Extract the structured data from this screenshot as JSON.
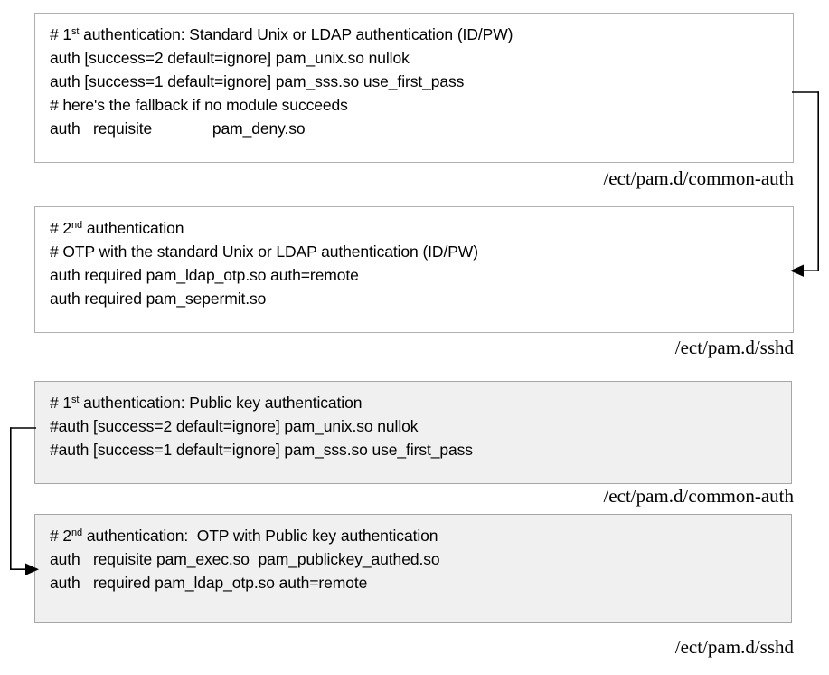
{
  "diagram": {
    "title": "PAM two-factor authentication configuration",
    "background_color": "#ffffff",
    "box_border_color": "#b0b0b0",
    "shaded_box_fill": "#f0f0f0",
    "connector_color": "#000000"
  },
  "boxes": [
    {
      "id": "box-common-auth-password",
      "shaded": false,
      "lines": [
        {
          "pre": "# 1",
          "sup": "st",
          "post": " authentication: Standard Unix or LDAP authentication (ID/PW)"
        },
        {
          "pre": "auth [success=2 default=ignore] pam_unix.so nullok",
          "sup": "",
          "post": ""
        },
        {
          "pre": "auth [success=1 default=ignore] pam_sss.so use_first_pass",
          "sup": "",
          "post": ""
        },
        {
          "pre": "# here's the fallback if no module succeeds",
          "sup": "",
          "post": ""
        },
        {
          "pre": "auth   requisite              pam_deny.so",
          "sup": "",
          "post": ""
        }
      ],
      "caption": "/ect/pam.d/common-auth"
    },
    {
      "id": "box-sshd-password",
      "shaded": false,
      "lines": [
        {
          "pre": "# 2",
          "sup": "nd",
          "post": " authentication"
        },
        {
          "pre": "# OTP with the standard Unix or LDAP authentication (ID/PW)",
          "sup": "",
          "post": ""
        },
        {
          "pre": "auth required pam_ldap_otp.so auth=remote",
          "sup": "",
          "post": ""
        },
        {
          "pre": "auth required pam_sepermit.so",
          "sup": "",
          "post": ""
        }
      ],
      "caption": "/ect/pam.d/sshd"
    },
    {
      "id": "box-common-auth-publickey",
      "shaded": true,
      "lines": [
        {
          "pre": "# 1",
          "sup": "st",
          "post": " authentication: Public key authentication"
        },
        {
          "pre": "#auth [success=2 default=ignore] pam_unix.so nullok",
          "sup": "",
          "post": ""
        },
        {
          "pre": "#auth [success=1 default=ignore] pam_sss.so use_first_pass",
          "sup": "",
          "post": ""
        }
      ],
      "caption": "/ect/pam.d/common-auth"
    },
    {
      "id": "box-sshd-publickey",
      "shaded": true,
      "lines": [
        {
          "pre": "# 2",
          "sup": "nd",
          "post": " authentication:  OTP with Public key authentication"
        },
        {
          "pre": "auth   requisite pam_exec.so  pam_publickey_authed.so",
          "sup": "",
          "post": ""
        },
        {
          "pre": "auth   required pam_ldap_otp.so auth=remote",
          "sup": "",
          "post": ""
        }
      ],
      "caption": "/ect/pam.d/sshd"
    }
  ],
  "connectors": [
    {
      "id": "connector-right",
      "name": "flow-arrow-box1-to-box2",
      "direction": "right-side-down-arrow-left"
    },
    {
      "id": "connector-left",
      "name": "flow-arrow-box3-to-box4",
      "direction": "left-side-down-arrow-right"
    }
  ]
}
